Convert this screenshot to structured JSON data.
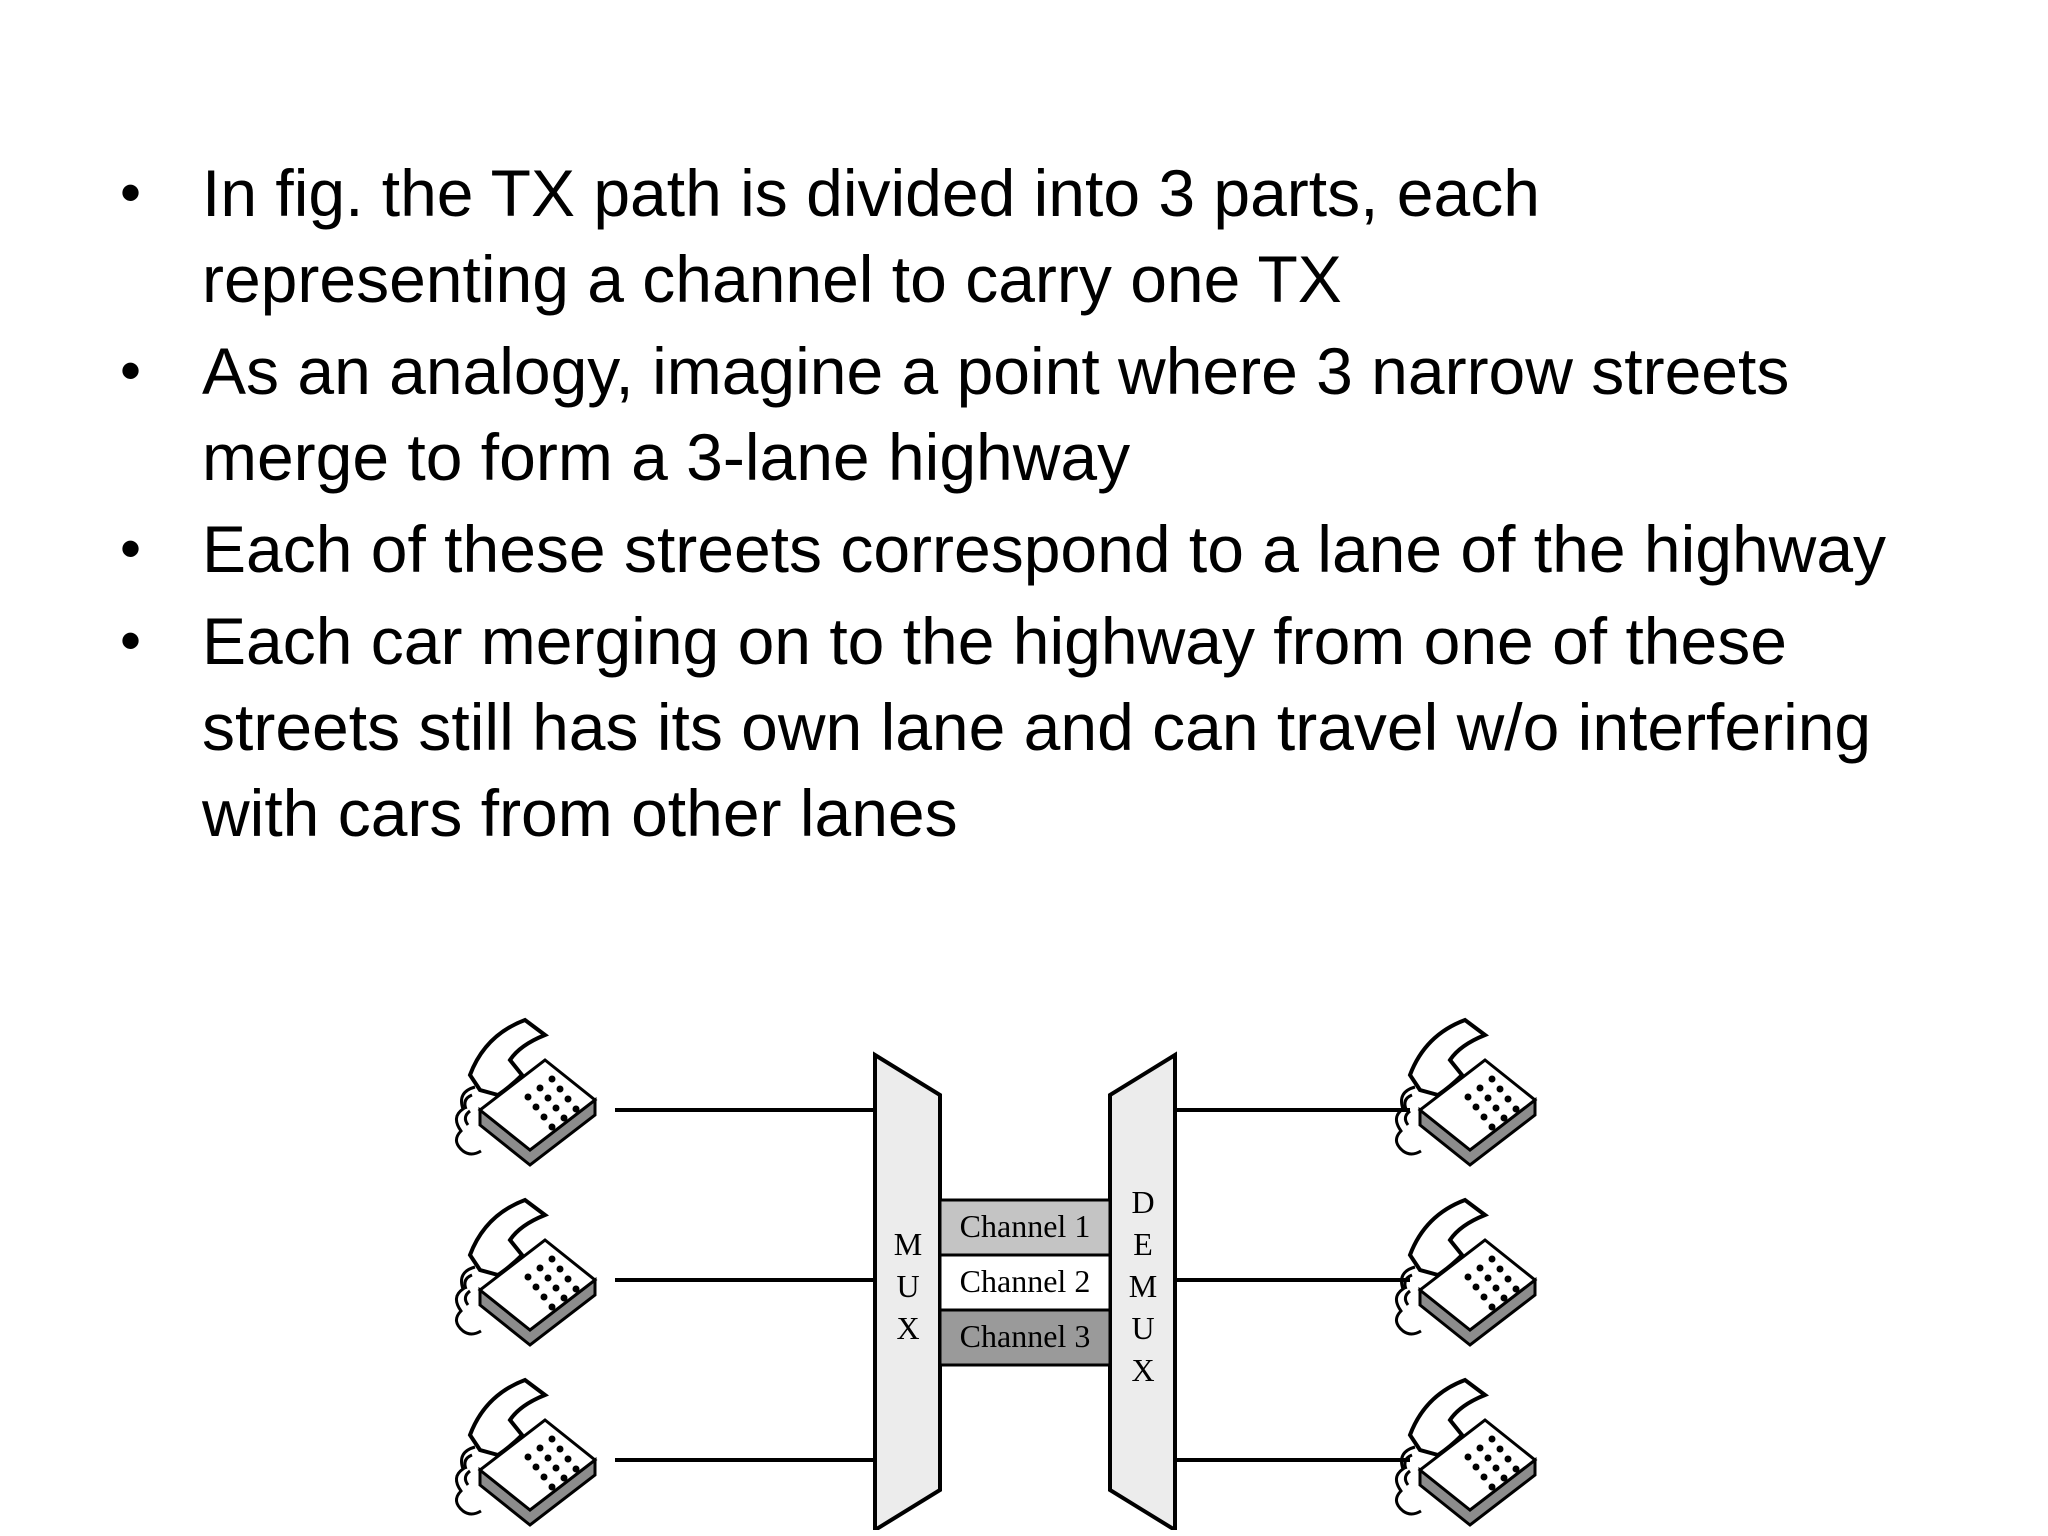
{
  "bullets": [
    {
      "text": "In fig. the TX path is divided into 3 parts, each representing a channel to carry one TX"
    },
    {
      "text": "As an analogy, imagine a point where 3 narrow streets merge to form a 3-lane highway"
    },
    {
      "text": "Each of these streets correspond to a lane of the highway"
    },
    {
      "text": "Each car merging on to the highway from one of these streets still has its own lane and can travel w/o interfering with cars from other lanes"
    }
  ],
  "bullet_symbol": "•",
  "diagram": {
    "mux_letters": [
      "M",
      "U",
      "X"
    ],
    "demux_letters": [
      "D",
      "E",
      "M",
      "U",
      "X"
    ],
    "channels": [
      {
        "label": "Channel 1",
        "color": "#c4c4c4"
      },
      {
        "label": "Channel 2",
        "color": "#ffffff"
      },
      {
        "label": "Channel 3",
        "color": "#9a9a9a"
      }
    ],
    "phone_icon": "telephone-icon"
  }
}
